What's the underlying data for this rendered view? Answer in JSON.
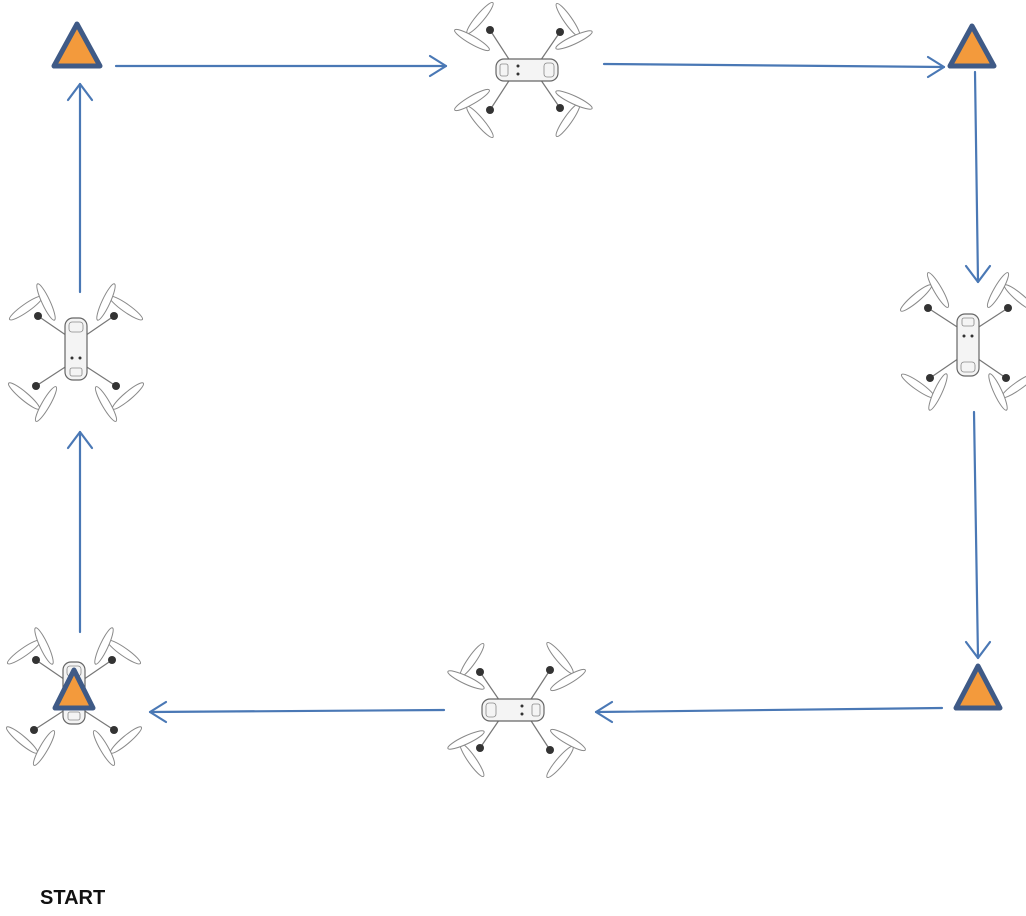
{
  "labels": {
    "start": "START"
  },
  "colors": {
    "path": "#4a78b5",
    "marker_fill": "#f39a3c",
    "marker_outline": "#3f5a86"
  },
  "icons": {
    "drone": "quadcopter-drone-icon",
    "marker": "orange-triangle-waypoint-icon",
    "arrow": "arrow-head-icon"
  },
  "waypoints": [
    {
      "name": "start-corner-bottom-left",
      "icon": "drone-with-marker"
    },
    {
      "name": "middle-left",
      "icon": "drone"
    },
    {
      "name": "corner-top-left",
      "icon": "marker"
    },
    {
      "name": "middle-top",
      "icon": "drone"
    },
    {
      "name": "corner-top-right",
      "icon": "marker"
    },
    {
      "name": "middle-right",
      "icon": "drone"
    },
    {
      "name": "corner-bottom-right",
      "icon": "marker"
    },
    {
      "name": "middle-bottom",
      "icon": "drone"
    }
  ]
}
